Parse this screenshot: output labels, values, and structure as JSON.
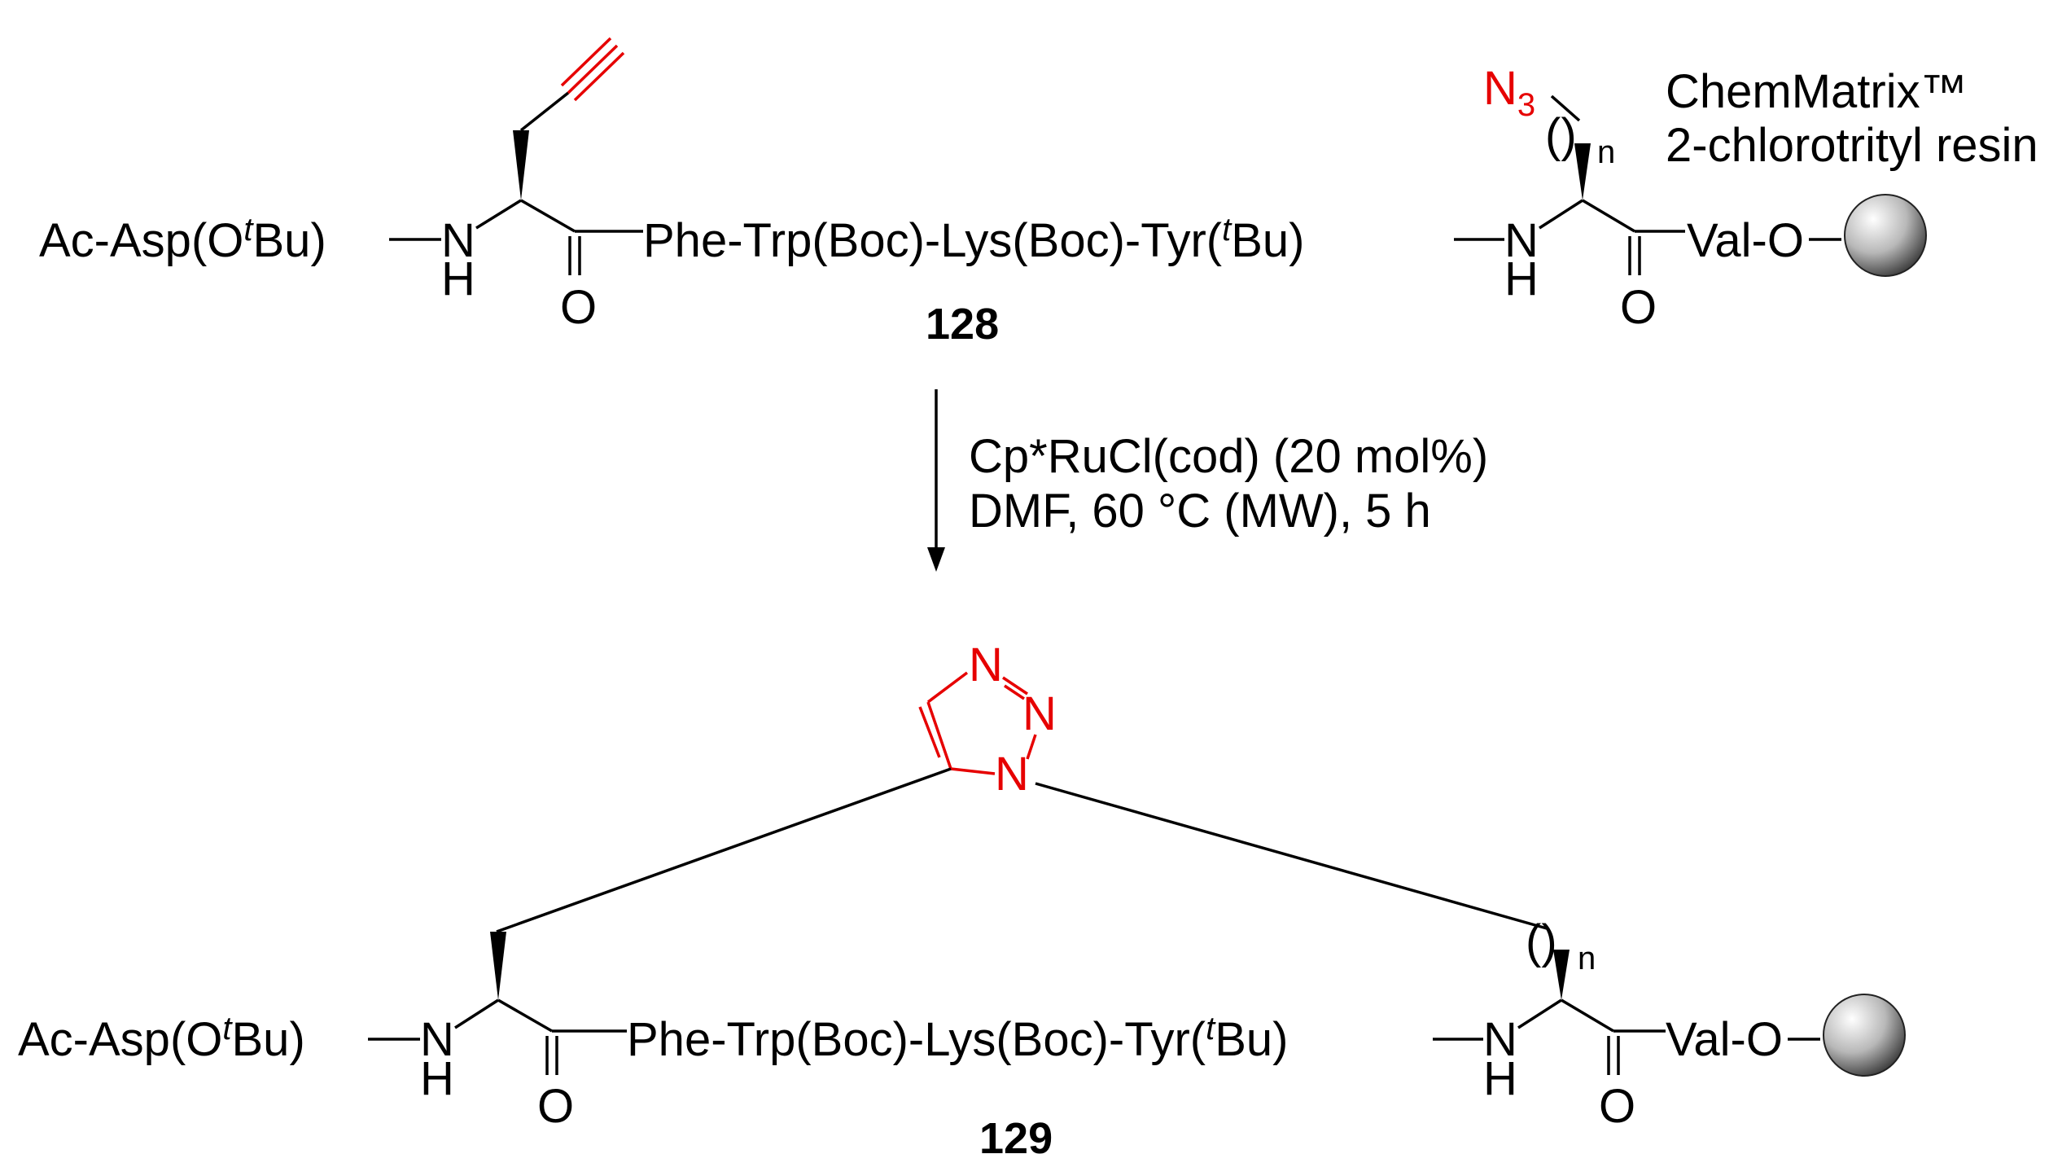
{
  "reactant": {
    "compound_number": "128",
    "n_terminal": {
      "prefix": "Ac-Asp(O",
      "superscript": "t",
      "suffix": "Bu)"
    },
    "amine": {
      "n": "N",
      "h": "H"
    },
    "carbonyl": "O",
    "peptide_chain": {
      "prefix": "Phe-Trp(Boc)-Lys(Boc)-Tyr(",
      "superscript": "t",
      "suffix": "Bu)"
    },
    "c_terminal": "Val-O",
    "azide": {
      "label": "N",
      "subscript": "3"
    },
    "repeat_subscript": "n",
    "resin_line1": "ChemMatrix™",
    "resin_line2": "2-chlorotrityl resin"
  },
  "conditions": {
    "line1": "Cp*RuCl(cod) (20 mol%)",
    "line2": "DMF,  60 °C (MW), 5 h"
  },
  "product": {
    "compound_number": "129",
    "n_terminal": {
      "prefix": "Ac-Asp(O",
      "superscript": "t",
      "suffix": "Bu)"
    },
    "amine": {
      "n": "N",
      "h": "H"
    },
    "carbonyl": "O",
    "peptide_chain": {
      "prefix": "Phe-Trp(Boc)-Lys(Boc)-Tyr(",
      "superscript": "t",
      "suffix": "Bu)"
    },
    "c_terminal": "Val-O",
    "repeat_subscript": "n",
    "triazole_atoms": [
      "N",
      "N",
      "N"
    ]
  },
  "colors": {
    "highlight": "#e60000",
    "bonds": "#000000",
    "resin_bead": "#9a9a9a"
  }
}
